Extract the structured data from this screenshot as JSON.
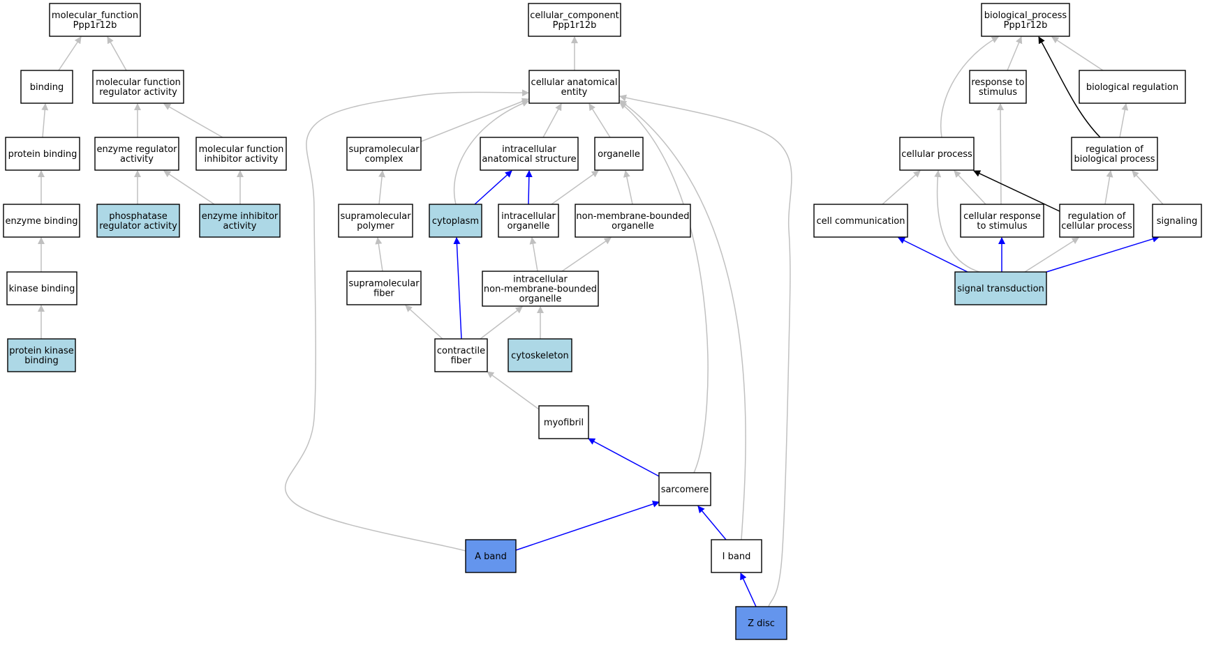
{
  "colors": {
    "plain": "#ffffff",
    "annotated": "#add8e6",
    "highlight": "#6495ed",
    "edge_grey": "#c0c0c0",
    "edge_blue": "#0000ff",
    "edge_black": "#000000"
  },
  "nodes": [
    {
      "id": "mf_root",
      "lines": [
        "molecular_function",
        "Ppp1r12b"
      ],
      "style": "plain"
    },
    {
      "id": "binding",
      "lines": [
        "binding"
      ],
      "style": "plain"
    },
    {
      "id": "mf_reg",
      "lines": [
        "molecular function",
        "regulator activity"
      ],
      "style": "plain"
    },
    {
      "id": "protein_binding",
      "lines": [
        "protein binding"
      ],
      "style": "plain"
    },
    {
      "id": "enzyme_reg",
      "lines": [
        "enzyme regulator",
        "activity"
      ],
      "style": "plain"
    },
    {
      "id": "mf_inhib",
      "lines": [
        "molecular function",
        "inhibitor activity"
      ],
      "style": "plain"
    },
    {
      "id": "enzyme_binding",
      "lines": [
        "enzyme binding"
      ],
      "style": "plain"
    },
    {
      "id": "phosphatase_reg",
      "lines": [
        "phosphatase",
        "regulator activity"
      ],
      "style": "annotated"
    },
    {
      "id": "enzyme_inhib",
      "lines": [
        "enzyme inhibitor",
        "activity"
      ],
      "style": "annotated"
    },
    {
      "id": "kinase_binding",
      "lines": [
        "kinase binding"
      ],
      "style": "plain"
    },
    {
      "id": "pk_binding",
      "lines": [
        "protein kinase",
        "binding"
      ],
      "style": "annotated"
    },
    {
      "id": "cc_root",
      "lines": [
        "cellular_component",
        "Ppp1r12b"
      ],
      "style": "plain"
    },
    {
      "id": "cae",
      "lines": [
        "cellular anatomical",
        "entity"
      ],
      "style": "plain"
    },
    {
      "id": "supra_complex",
      "lines": [
        "supramolecular",
        "complex"
      ],
      "style": "plain"
    },
    {
      "id": "ias",
      "lines": [
        "intracellular",
        "anatomical structure"
      ],
      "style": "plain"
    },
    {
      "id": "organelle",
      "lines": [
        "organelle"
      ],
      "style": "plain"
    },
    {
      "id": "supra_polymer",
      "lines": [
        "supramolecular",
        "polymer"
      ],
      "style": "plain"
    },
    {
      "id": "cytoplasm",
      "lines": [
        "cytoplasm"
      ],
      "style": "annotated"
    },
    {
      "id": "ic_organelle",
      "lines": [
        "intracellular",
        "organelle"
      ],
      "style": "plain"
    },
    {
      "id": "nmb_organelle",
      "lines": [
        "non-membrane-bounded",
        "organelle"
      ],
      "style": "plain"
    },
    {
      "id": "supra_fiber",
      "lines": [
        "supramolecular",
        "fiber"
      ],
      "style": "plain"
    },
    {
      "id": "ic_nmb_organelle",
      "lines": [
        "intracellular",
        "non-membrane-bounded",
        "organelle"
      ],
      "style": "plain"
    },
    {
      "id": "contractile_fiber",
      "lines": [
        "contractile",
        "fiber"
      ],
      "style": "plain"
    },
    {
      "id": "cytoskeleton",
      "lines": [
        "cytoskeleton"
      ],
      "style": "annotated"
    },
    {
      "id": "myofibril",
      "lines": [
        "myofibril"
      ],
      "style": "plain"
    },
    {
      "id": "sarcomere",
      "lines": [
        "sarcomere"
      ],
      "style": "plain"
    },
    {
      "id": "a_band",
      "lines": [
        "A band"
      ],
      "style": "highlight"
    },
    {
      "id": "i_band",
      "lines": [
        "I band"
      ],
      "style": "plain"
    },
    {
      "id": "z_disc",
      "lines": [
        "Z disc"
      ],
      "style": "highlight"
    },
    {
      "id": "bp_root",
      "lines": [
        "biological_process",
        "Ppp1r12b"
      ],
      "style": "plain"
    },
    {
      "id": "resp_stim",
      "lines": [
        "response to",
        "stimulus"
      ],
      "style": "plain"
    },
    {
      "id": "bio_reg",
      "lines": [
        "biological regulation"
      ],
      "style": "plain"
    },
    {
      "id": "cell_proc",
      "lines": [
        "cellular process"
      ],
      "style": "plain"
    },
    {
      "id": "reg_bio_proc",
      "lines": [
        "regulation of",
        "biological process"
      ],
      "style": "plain"
    },
    {
      "id": "cell_comm",
      "lines": [
        "cell communication"
      ],
      "style": "plain"
    },
    {
      "id": "cell_resp",
      "lines": [
        "cellular response",
        "to stimulus"
      ],
      "style": "plain"
    },
    {
      "id": "reg_cell_proc",
      "lines": [
        "regulation of",
        "cellular process"
      ],
      "style": "plain"
    },
    {
      "id": "signaling",
      "lines": [
        "signaling"
      ],
      "style": "plain"
    },
    {
      "id": "sig_trans",
      "lines": [
        "signal transduction"
      ],
      "style": "annotated"
    }
  ],
  "edges": [
    {
      "from": "binding",
      "to": "mf_root",
      "color": "grey"
    },
    {
      "from": "mf_reg",
      "to": "mf_root",
      "color": "grey"
    },
    {
      "from": "protein_binding",
      "to": "binding",
      "color": "grey"
    },
    {
      "from": "enzyme_reg",
      "to": "mf_reg",
      "color": "grey"
    },
    {
      "from": "mf_inhib",
      "to": "mf_reg",
      "color": "grey"
    },
    {
      "from": "enzyme_binding",
      "to": "protein_binding",
      "color": "grey"
    },
    {
      "from": "phosphatase_reg",
      "to": "enzyme_reg",
      "color": "grey"
    },
    {
      "from": "enzyme_inhib",
      "to": "enzyme_reg",
      "color": "grey"
    },
    {
      "from": "enzyme_inhib",
      "to": "mf_inhib",
      "color": "grey"
    },
    {
      "from": "kinase_binding",
      "to": "enzyme_binding",
      "color": "grey"
    },
    {
      "from": "pk_binding",
      "to": "kinase_binding",
      "color": "grey"
    },
    {
      "from": "cae",
      "to": "cc_root",
      "color": "grey"
    },
    {
      "from": "supra_complex",
      "to": "cae",
      "color": "grey"
    },
    {
      "from": "ias",
      "to": "cae",
      "color": "grey"
    },
    {
      "from": "organelle",
      "to": "cae",
      "color": "grey"
    },
    {
      "from": "cytoplasm",
      "to": "cae",
      "color": "grey"
    },
    {
      "from": "sarcomere",
      "to": "cae",
      "color": "grey"
    },
    {
      "from": "i_band",
      "to": "cae",
      "color": "grey"
    },
    {
      "from": "z_disc",
      "to": "cae",
      "color": "grey"
    },
    {
      "from": "a_band",
      "to": "cae",
      "color": "grey"
    },
    {
      "from": "supra_polymer",
      "to": "supra_complex",
      "color": "grey"
    },
    {
      "from": "cytoplasm",
      "to": "ias",
      "color": "blue"
    },
    {
      "from": "ic_organelle",
      "to": "ias",
      "color": "blue"
    },
    {
      "from": "ic_organelle",
      "to": "organelle",
      "color": "grey"
    },
    {
      "from": "nmb_organelle",
      "to": "organelle",
      "color": "grey"
    },
    {
      "from": "supra_fiber",
      "to": "supra_polymer",
      "color": "grey"
    },
    {
      "from": "ic_nmb_organelle",
      "to": "ic_organelle",
      "color": "grey"
    },
    {
      "from": "ic_nmb_organelle",
      "to": "nmb_organelle",
      "color": "grey"
    },
    {
      "from": "contractile_fiber",
      "to": "supra_fiber",
      "color": "grey"
    },
    {
      "from": "contractile_fiber",
      "to": "cytoplasm",
      "color": "blue"
    },
    {
      "from": "contractile_fiber",
      "to": "ic_nmb_organelle",
      "color": "grey"
    },
    {
      "from": "cytoskeleton",
      "to": "ic_nmb_organelle",
      "color": "grey"
    },
    {
      "from": "myofibril",
      "to": "contractile_fiber",
      "color": "grey"
    },
    {
      "from": "sarcomere",
      "to": "myofibril",
      "color": "blue"
    },
    {
      "from": "a_band",
      "to": "sarcomere",
      "color": "blue"
    },
    {
      "from": "i_band",
      "to": "sarcomere",
      "color": "blue"
    },
    {
      "from": "z_disc",
      "to": "i_band",
      "color": "blue"
    },
    {
      "from": "resp_stim",
      "to": "bp_root",
      "color": "grey"
    },
    {
      "from": "bio_reg",
      "to": "bp_root",
      "color": "grey"
    },
    {
      "from": "cell_proc",
      "to": "bp_root",
      "color": "grey"
    },
    {
      "from": "reg_bio_proc",
      "to": "bp_root",
      "color": "black"
    },
    {
      "from": "reg_bio_proc",
      "to": "bio_reg",
      "color": "grey"
    },
    {
      "from": "cell_comm",
      "to": "cell_proc",
      "color": "grey"
    },
    {
      "from": "cell_resp",
      "to": "cell_proc",
      "color": "grey"
    },
    {
      "from": "cell_resp",
      "to": "resp_stim",
      "color": "grey"
    },
    {
      "from": "reg_cell_proc",
      "to": "cell_proc",
      "color": "black"
    },
    {
      "from": "reg_cell_proc",
      "to": "reg_bio_proc",
      "color": "grey"
    },
    {
      "from": "signaling",
      "to": "reg_bio_proc",
      "color": "grey"
    },
    {
      "from": "sig_trans",
      "to": "cell_proc",
      "color": "grey"
    },
    {
      "from": "sig_trans",
      "to": "cell_comm",
      "color": "blue"
    },
    {
      "from": "sig_trans",
      "to": "cell_resp",
      "color": "blue"
    },
    {
      "from": "sig_trans",
      "to": "reg_cell_proc",
      "color": "grey"
    },
    {
      "from": "sig_trans",
      "to": "signaling",
      "color": "blue"
    }
  ]
}
